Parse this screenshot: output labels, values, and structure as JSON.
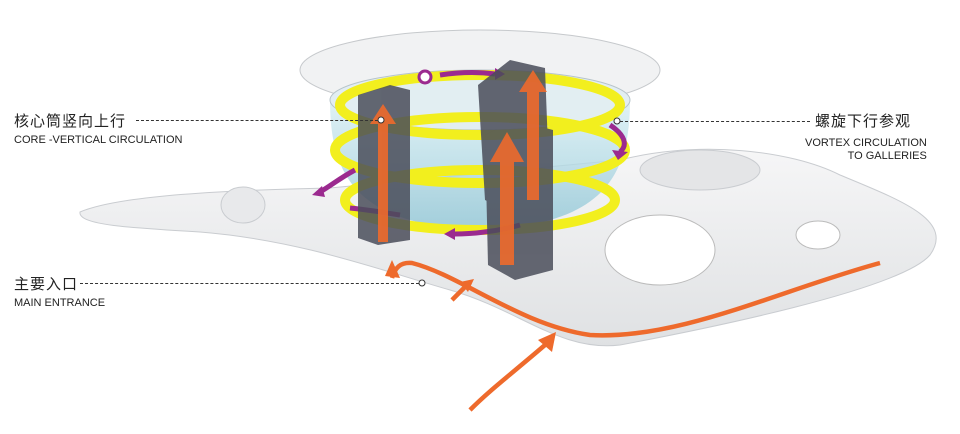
{
  "labels": {
    "core": {
      "zh": "核心筒竖向上行",
      "en": "CORE -VERTICAL CIRCULATION"
    },
    "vortex": {
      "zh": "螺旋下行参观",
      "en_line1": "VORTEX CIRCULATION",
      "en_line2": "TO GALLERIES"
    },
    "entrance": {
      "zh": "主要入口",
      "en": "MAIN ENTRANCE"
    }
  },
  "colors": {
    "spiral": "#f2ef1e",
    "vortex_arrow": "#9b2a8f",
    "core_arrow": "#ee6a2c",
    "tower": "#4a4d5a",
    "glass": "#a9d7e3",
    "platform": "#f1f2f3"
  }
}
